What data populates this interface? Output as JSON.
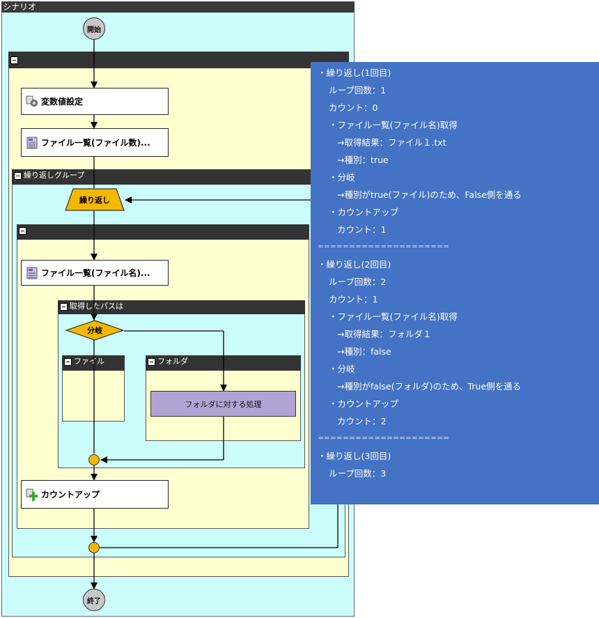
{
  "scenario": {
    "title": "シナリオ"
  },
  "start": {
    "label": "開始"
  },
  "end": {
    "label": "終了"
  },
  "nodes": {
    "var_set": "変数値設定",
    "file_list_count": "ファイル一覧(ファイル数)...",
    "file_list_name": "ファイル一覧(ファイル名)...",
    "count_up": "カウントアップ",
    "folder_process": "フォルダに対する処理"
  },
  "groups": {
    "loop_group": "繰り返しグループ",
    "path_check": "取得したパスは",
    "file": "ファイル",
    "folder": "フォルダ"
  },
  "shapes": {
    "loop": "繰り返し",
    "branch": "分岐"
  },
  "note": {
    "lines": [
      "・繰り返し(1回目)",
      "ループ回数：1",
      "カウント：0",
      "・ファイル一覧(ファイル名)取得",
      "→取得結果：ファイル１.txt",
      "→種別：true",
      "・分岐",
      "→種別がtrue(ファイル)のため、False側を通る",
      "・カウントアップ",
      "カウント：1",
      "＝＝＝＝＝＝＝＝＝＝＝＝＝＝＝＝＝＝＝＝＝",
      "・繰り返し(2回目)",
      "ループ回数：2",
      "カウント：1",
      "・ファイル一覧(ファイル名)取得",
      "→取得結果：フォルダ１",
      "→種別：false",
      "・分岐",
      "→種別がfalse(フォルダ)のため、True側を通る",
      "・カウントアップ",
      "カウント：2",
      "＝＝＝＝＝＝＝＝＝＝＝＝＝＝＝＝＝＝＝＝＝",
      "・繰り返し(3回目)",
      "ループ回数：3"
    ]
  }
}
